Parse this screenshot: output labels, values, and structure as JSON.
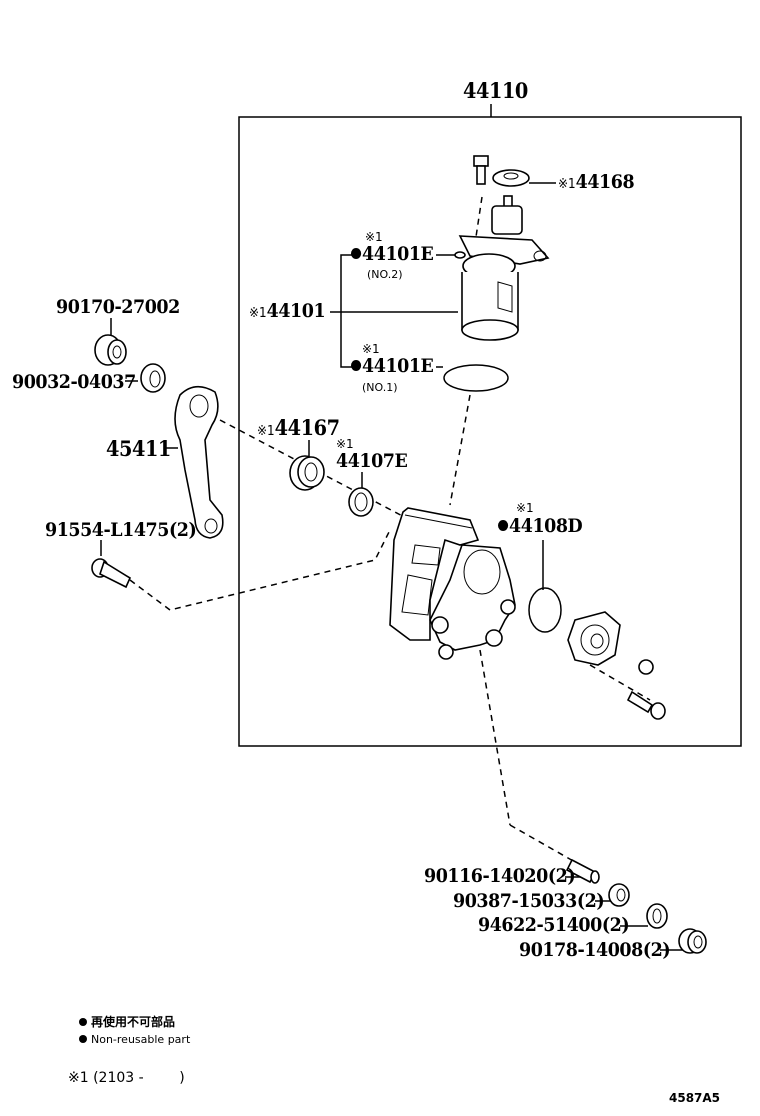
{
  "title": "Steering Gear Housing Parts Diagram",
  "assembly": {
    "part_number": "44110"
  },
  "callouts": [
    {
      "id": "44168",
      "label": "44168",
      "prefix": "※1",
      "nonreusable": false
    },
    {
      "id": "44101E-no2",
      "label": "44101E",
      "prefix": "※1",
      "nonreusable": true,
      "sub": "(NO.2)"
    },
    {
      "id": "44101",
      "label": "44101",
      "prefix": "※1",
      "nonreusable": false
    },
    {
      "id": "44101E-no1",
      "label": "44101E",
      "prefix": "※1",
      "nonreusable": true,
      "sub": "(NO.1)"
    },
    {
      "id": "44167",
      "label": "44167",
      "prefix": "※1",
      "nonreusable": false
    },
    {
      "id": "44107E",
      "label": "44107E",
      "prefix": "※1",
      "nonreusable": false
    },
    {
      "id": "44108D",
      "label": "44108D",
      "prefix": "※1",
      "nonreusable": true
    },
    {
      "id": "90170-27002",
      "label": "90170-27002"
    },
    {
      "id": "90032-04037",
      "label": "90032-04037"
    },
    {
      "id": "45411",
      "label": "45411"
    },
    {
      "id": "91554-L1475",
      "label": "91554-L1475(2)"
    },
    {
      "id": "90116-14020",
      "label": "90116-14020(2)"
    },
    {
      "id": "90387-15033",
      "label": "90387-15033(2)"
    },
    {
      "id": "94622-51400",
      "label": "94622-51400(2)"
    },
    {
      "id": "90178-14008",
      "label": "90178-14008(2)"
    }
  ],
  "legend": {
    "nonreusable_jp": "再使用不可部品",
    "nonreusable_en": "Non-reusable part",
    "note_symbol": "※1",
    "note_range": "(2103 -        )"
  },
  "diagram_code": "4587A5"
}
